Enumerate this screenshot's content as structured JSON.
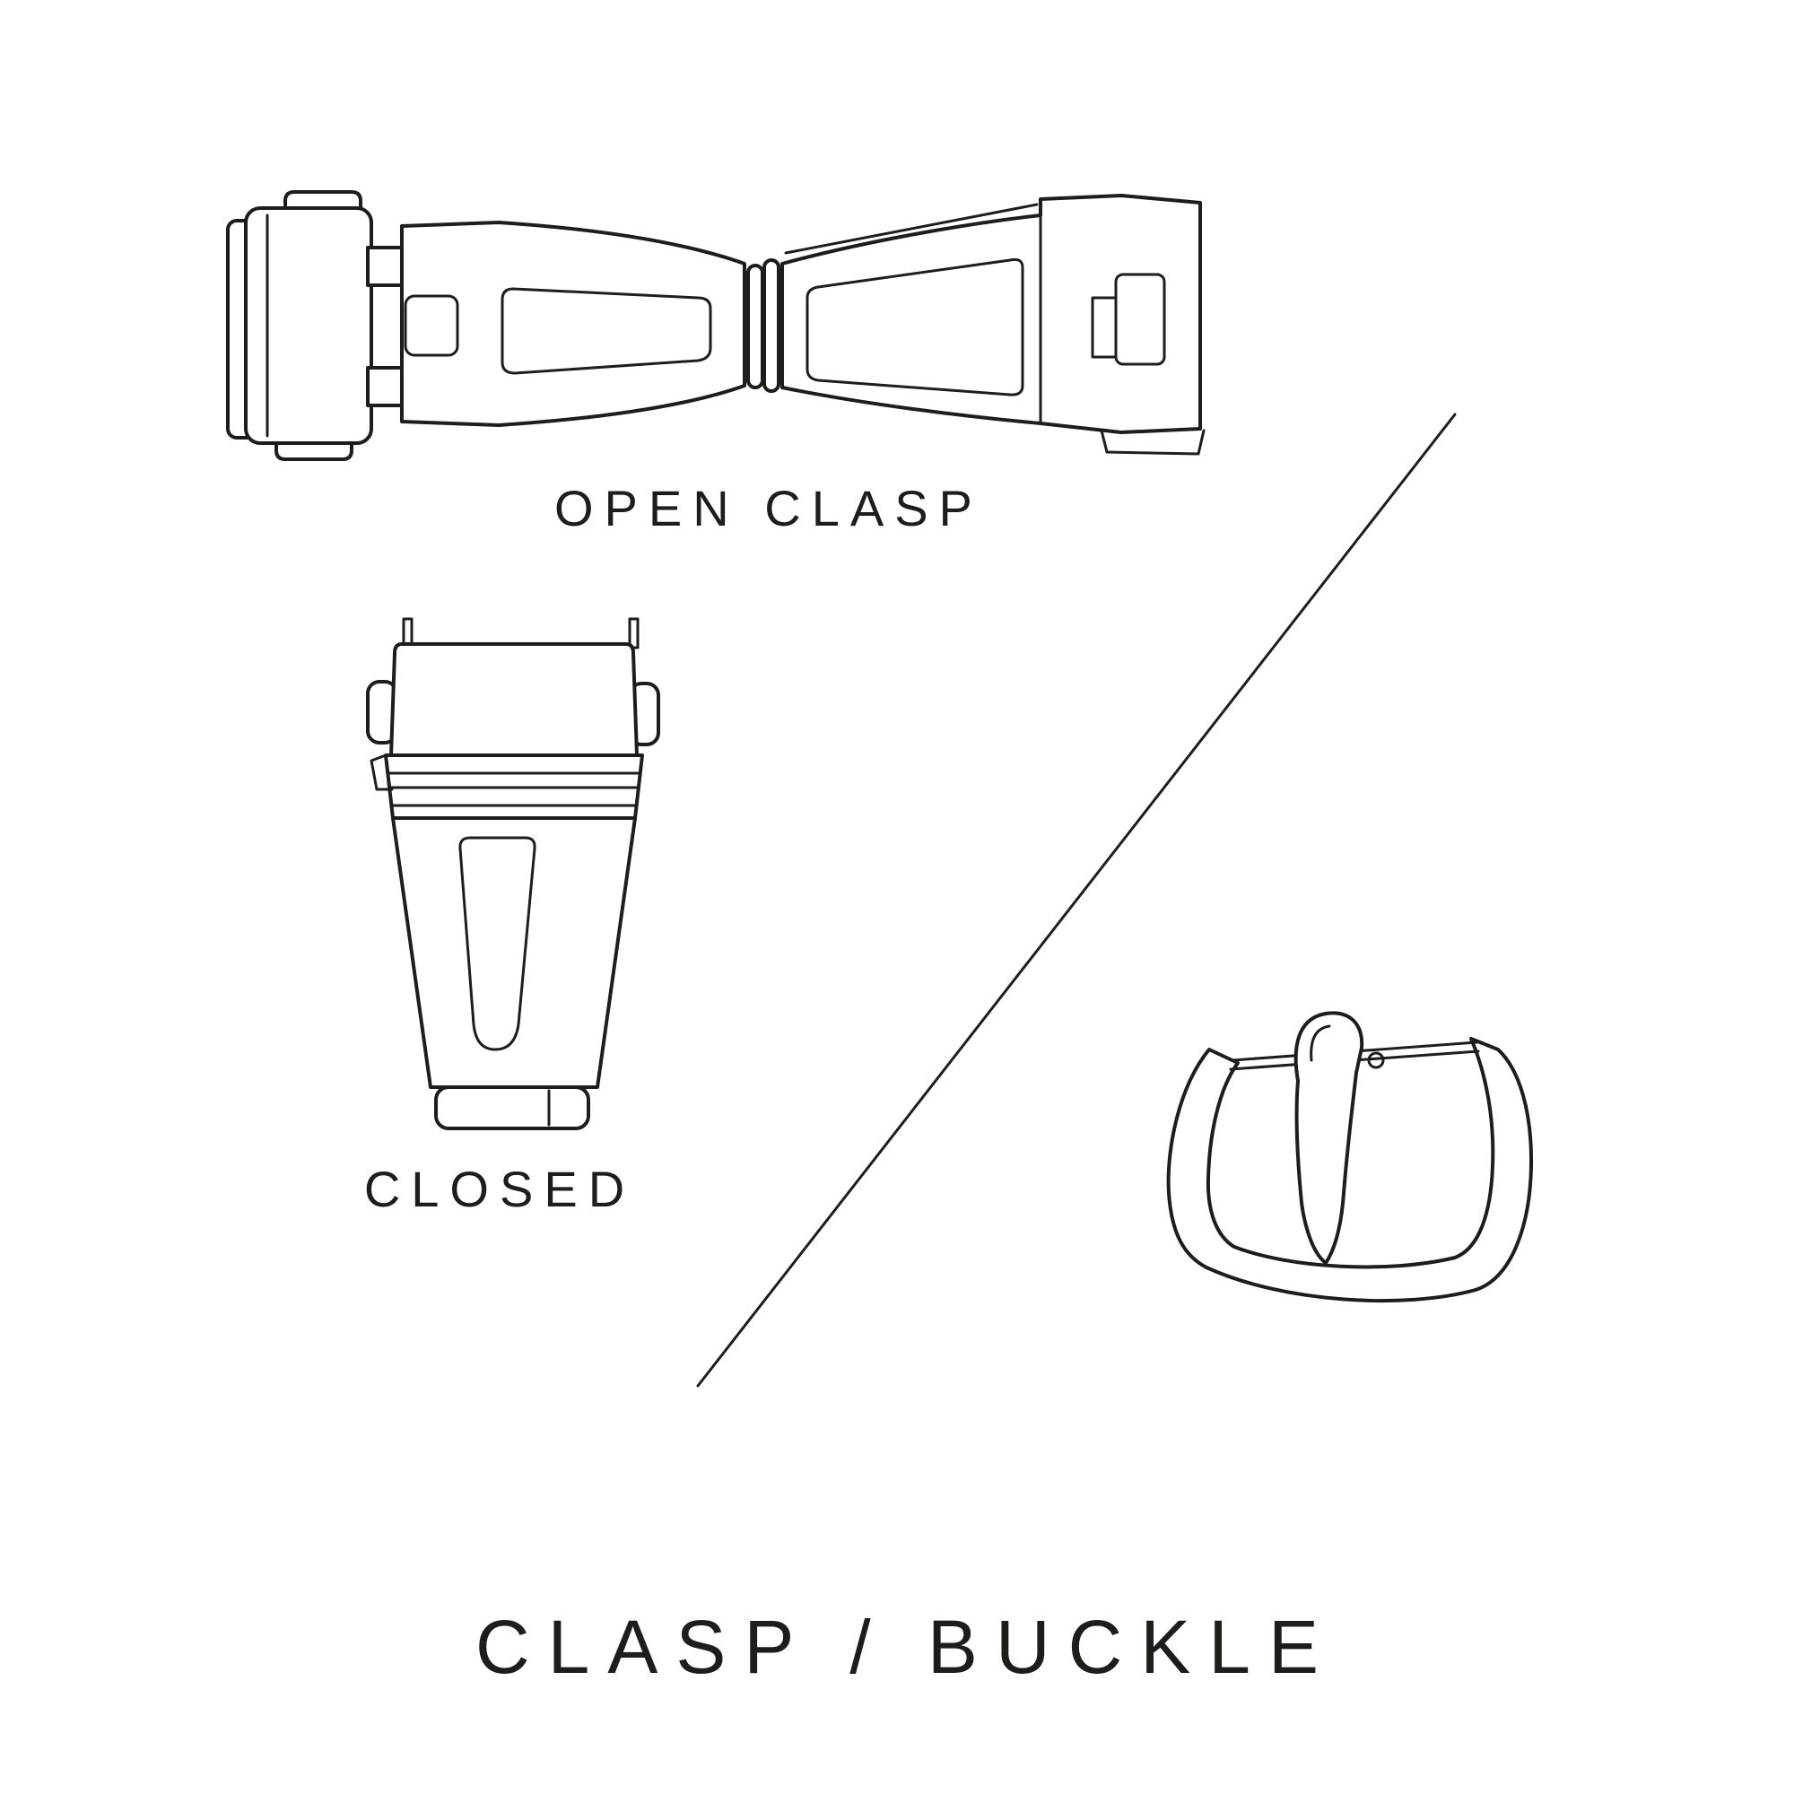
{
  "title": "CLASP / BUCKLE",
  "labels": {
    "open_clasp": "OPEN CLASP",
    "closed": "CLOSED"
  },
  "illustrations": [
    {
      "name": "open-clasp",
      "caption": "OPEN CLASP"
    },
    {
      "name": "closed-clasp",
      "caption": "CLOSED"
    },
    {
      "name": "buckle",
      "caption": ""
    }
  ],
  "colors": {
    "line": "#1d1d1b",
    "background": "#ffffff"
  }
}
